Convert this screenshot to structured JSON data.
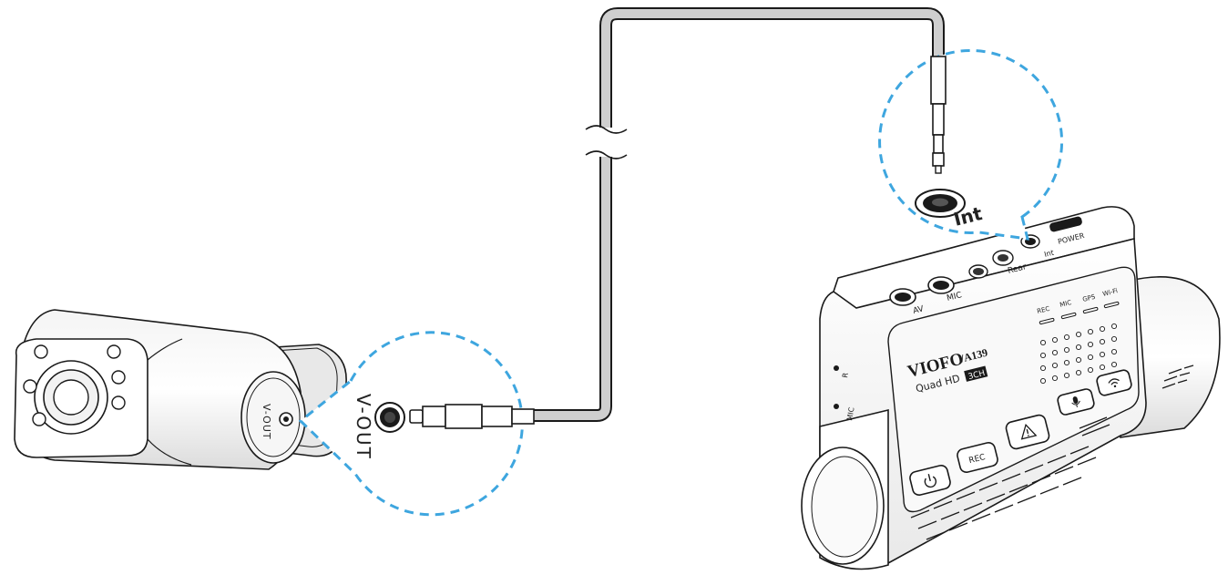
{
  "callouts": {
    "interior_port_label": "Int",
    "interior_cam_port_label": "V-OUT"
  },
  "interior_camera": {
    "port_label": "V-OUT"
  },
  "dashcam": {
    "brand": "VIOFO",
    "model": "/A139",
    "subtitle": "Quad HD",
    "badge": "3CH",
    "ports": {
      "av": "AV",
      "mic": "MIC",
      "rear": "Rear",
      "int": "Int",
      "power": "POWER"
    },
    "indicators": [
      "REC",
      "MIC",
      "GPS",
      "Wi-Fi"
    ],
    "buttons": {
      "rec": "REC"
    },
    "side_labels": {
      "r": "R",
      "mic": "MIC"
    }
  },
  "colors": {
    "callout_border": "#3ea6df",
    "line": "#1a1a1a",
    "cable": "#c8c8c8",
    "body": "#ffffff"
  },
  "icons": [
    "power-icon",
    "warning-icon",
    "microphone-icon",
    "wifi-icon"
  ]
}
